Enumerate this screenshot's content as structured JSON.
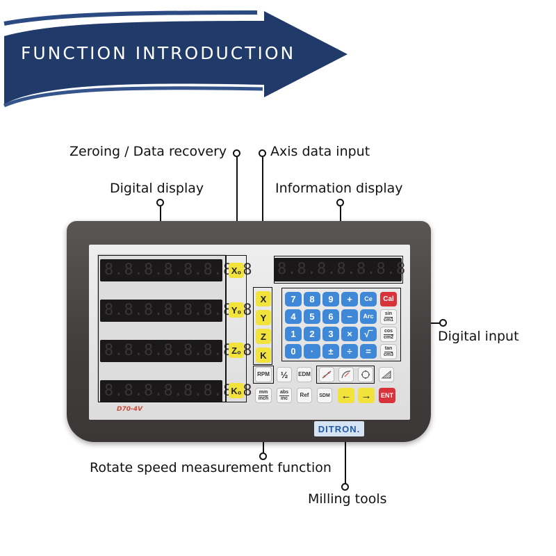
{
  "banner": {
    "title": "FUNCTION INTRODUCTION"
  },
  "callouts": {
    "zeroing": "Zeroing / Data recovery",
    "axis_input": "Axis data input",
    "digital_display": "Digital display",
    "info_display": "Information display",
    "digital_input": "Digital input",
    "rpm": "Rotate speed measurement function",
    "milling": "Milling  tools"
  },
  "device": {
    "model": "D70-4V",
    "brand": "DITRON.",
    "display_digits": "8.8.8.8.8.8.8.8",
    "info_digits": "8.8.8.8.8.8.8",
    "zero_keys": [
      "X₀",
      "Y₀",
      "Z₀",
      "K₀"
    ],
    "axis_keys": [
      "X",
      "Y",
      "Z",
      "K"
    ],
    "keypad": {
      "row1": [
        "7",
        "8",
        "9",
        "+",
        "Ce"
      ],
      "row2": [
        "4",
        "5",
        "6",
        "−",
        "Arc"
      ],
      "row3": [
        "1",
        "2",
        "3",
        "×",
        "√‾"
      ],
      "row4": [
        "0",
        "·",
        "±",
        "÷",
        "="
      ],
      "cal": "Cal",
      "sin_top": "sin",
      "sin_bot": "cm1",
      "cos_top": "cos",
      "cos_bot": "cm2",
      "tan_top": "tan",
      "tan_bot": "cm3"
    },
    "func_keys": {
      "rpm": "RPM",
      "half": "½",
      "edm": "EDM",
      "mm_top": "mm",
      "mm_bot": "inch",
      "abs_top": "abs",
      "abs_bot": "inc",
      "ref": "Ref",
      "sdm": "SDM",
      "left": "←",
      "right": "→",
      "ent": "ENT"
    },
    "icons": [
      "line-hole-icon",
      "arc-tool-icon",
      "bolt-circle-icon",
      "slope-icon"
    ]
  }
}
